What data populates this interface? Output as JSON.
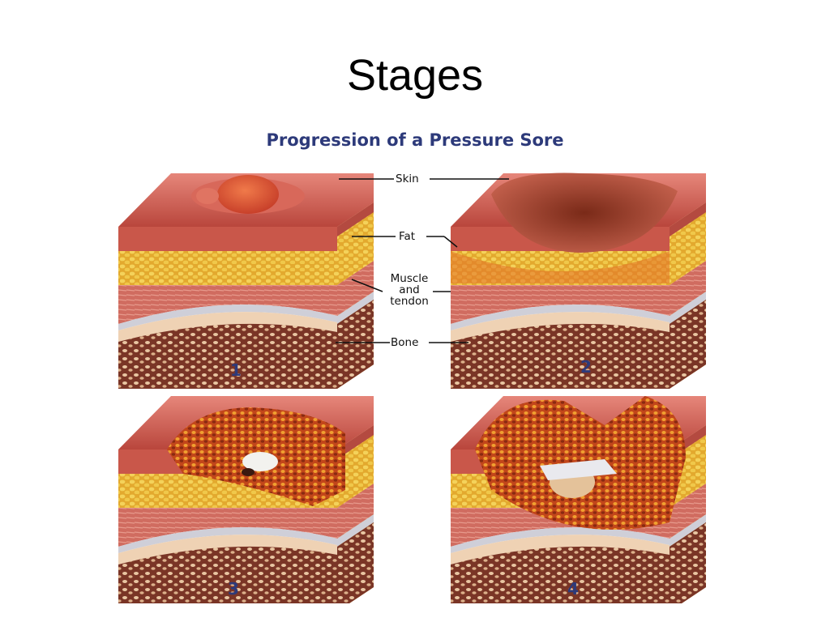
{
  "slide": {
    "title": "Stages"
  },
  "figure": {
    "title": "Progression of a Pressure Sore",
    "labels": {
      "skin": "Skin",
      "fat": "Fat",
      "muscle_line1": "Muscle",
      "muscle_line2": "and",
      "muscle_line3": "tendon",
      "bone": "Bone"
    },
    "stages": [
      "1",
      "2",
      "3",
      "4"
    ]
  },
  "colors": {
    "title_blue": "#2d3a7a",
    "skin": "#c9574a",
    "fat": "#e8b73a",
    "muscle": "#d4766a",
    "tendon": "#c9c9d2",
    "bone": "#8a4230"
  }
}
